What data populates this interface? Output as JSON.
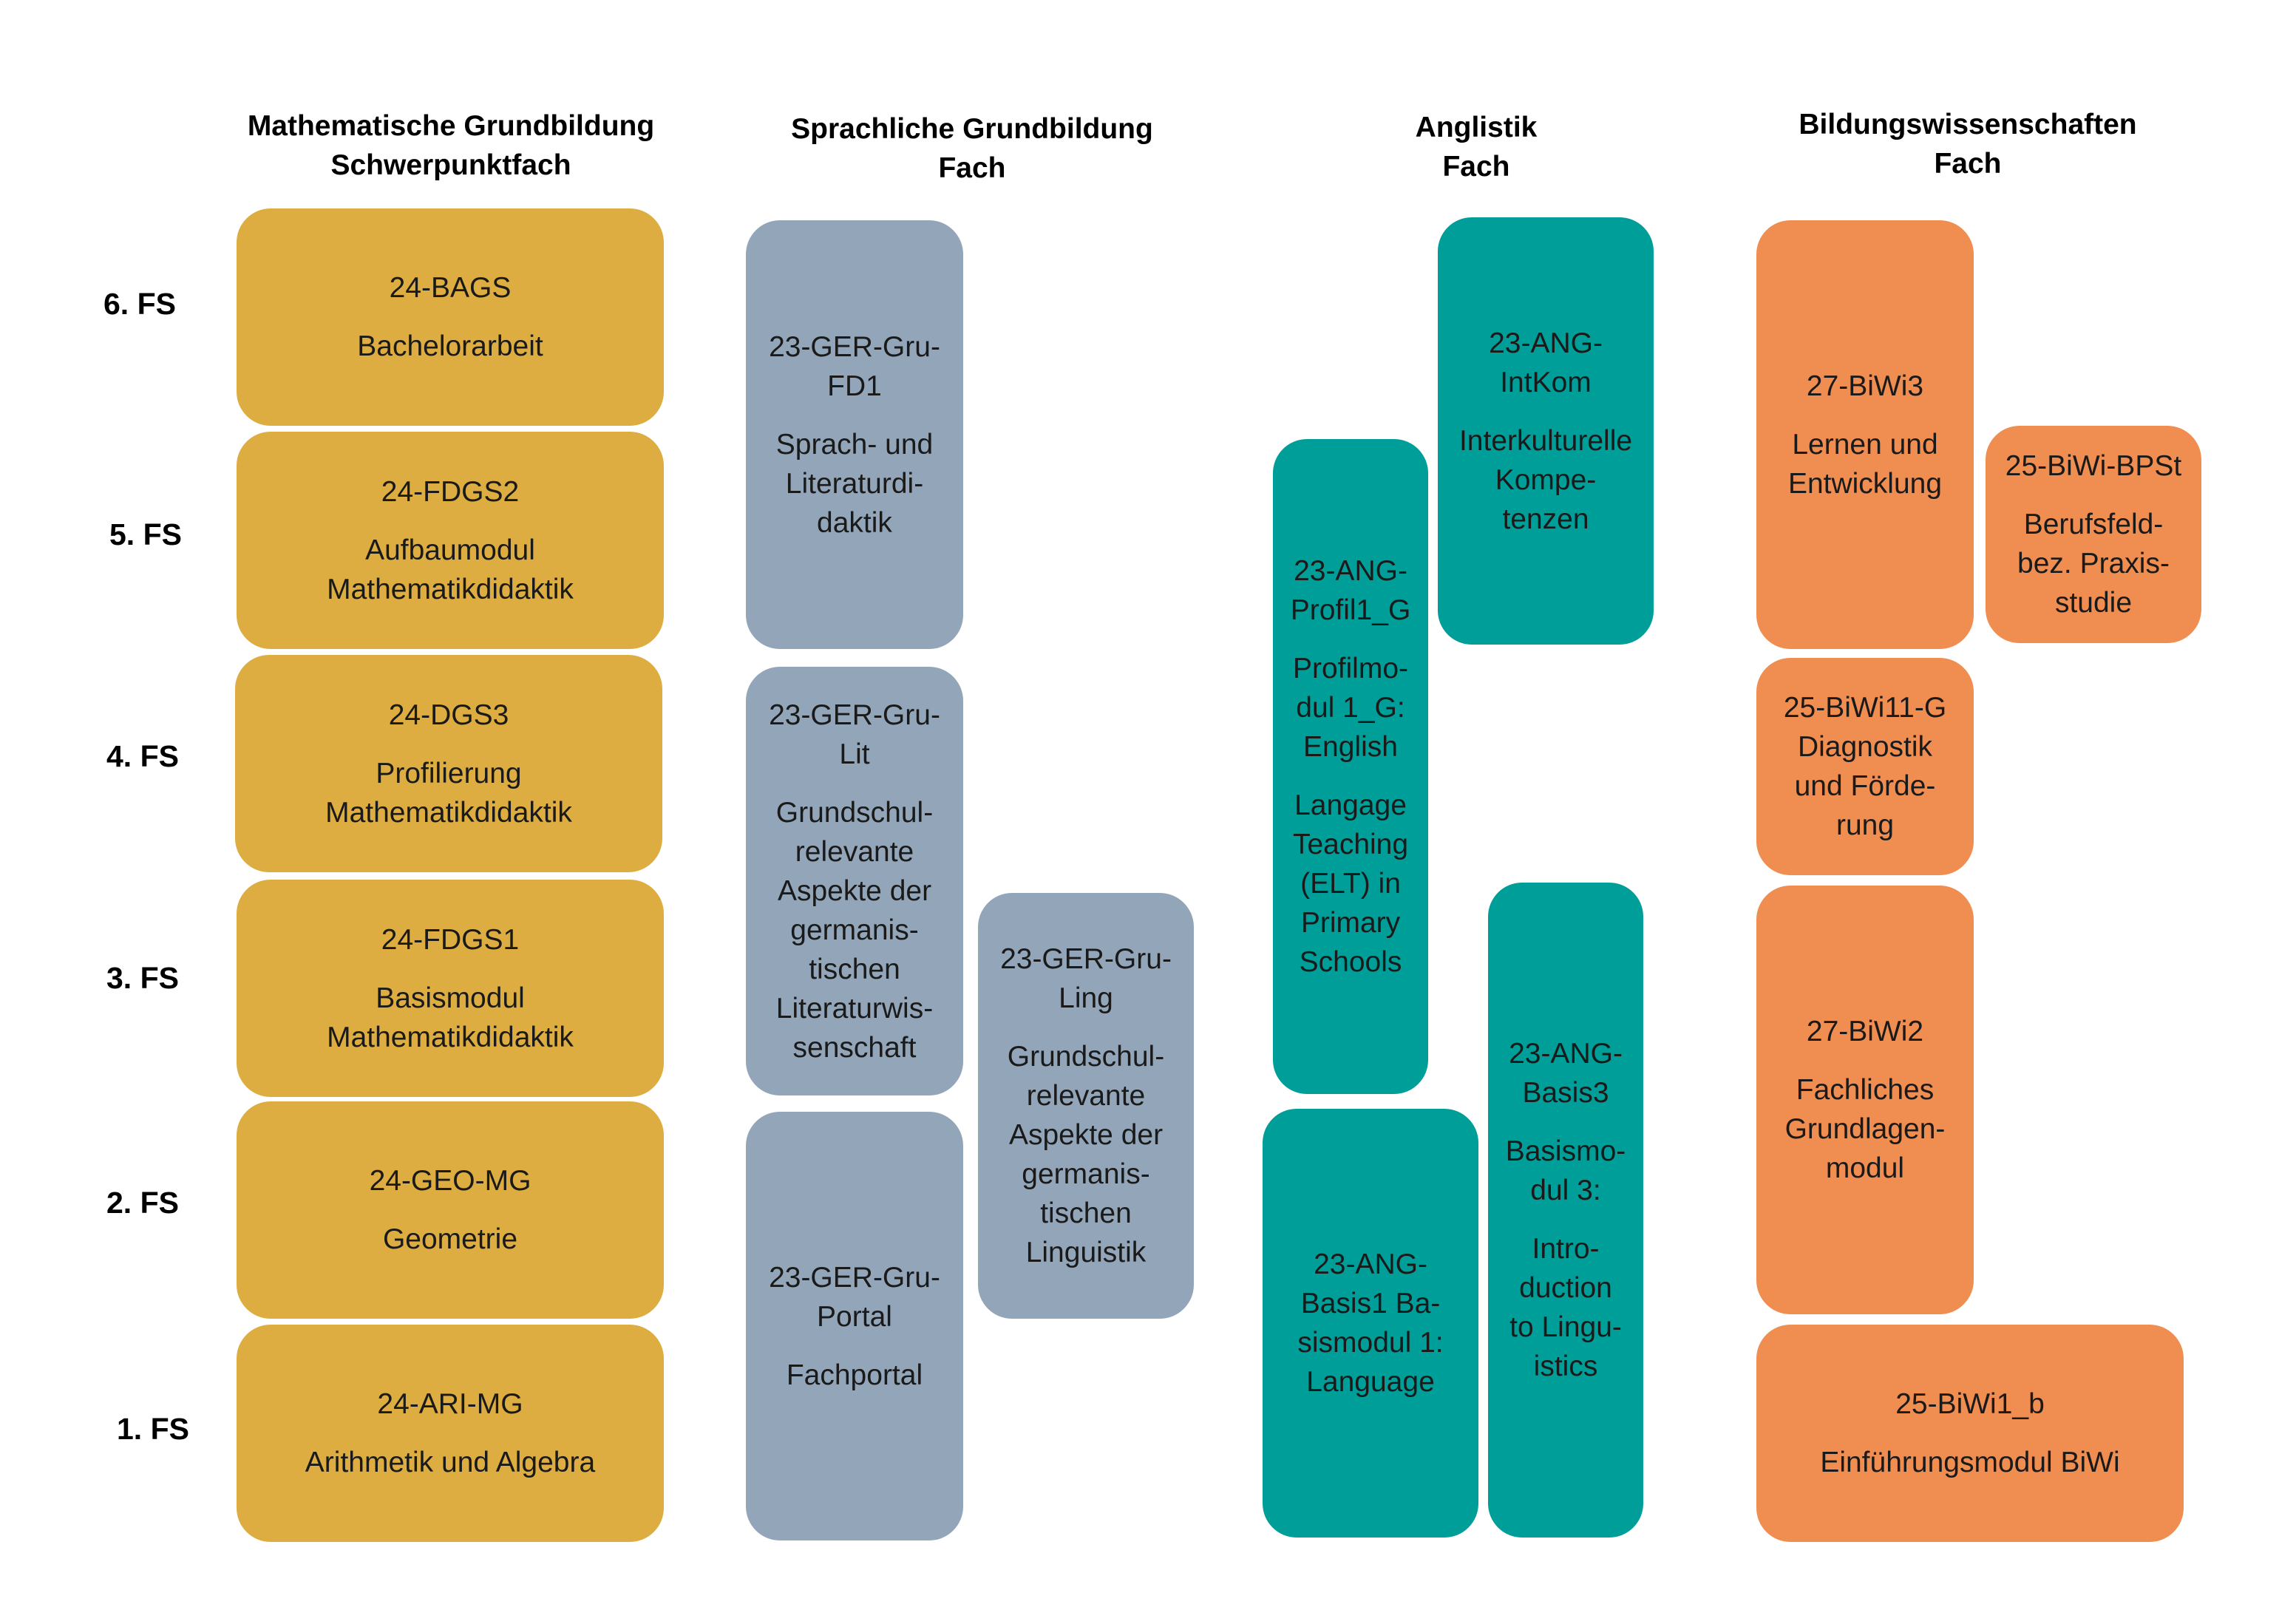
{
  "headers": {
    "math": [
      "Mathematische Grundbildung",
      "Schwerpunktfach"
    ],
    "sprach": [
      "Sprachliche Grundbildung",
      "Fach"
    ],
    "anglistik": [
      "Anglistik",
      "Fach"
    ],
    "biwi": [
      "Bildungswissenschaften",
      "Fach"
    ]
  },
  "semesters": [
    "6. FS",
    "5. FS",
    "4. FS",
    "3. FS",
    "2. FS",
    "1. FS"
  ],
  "modules": {
    "bags": {
      "code": [
        "24-BAGS"
      ],
      "title": [
        "Bachelorarbeit"
      ]
    },
    "fdgs2": {
      "code": [
        "24-FDGS2"
      ],
      "title": [
        "Aufbaumodul",
        "Mathematikdidaktik"
      ]
    },
    "dgs3": {
      "code": [
        "24-DGS3"
      ],
      "title": [
        "Profilierung",
        "Mathematikdidaktik"
      ]
    },
    "fdgs1": {
      "code": [
        "24-FDGS1"
      ],
      "title": [
        "Basismodul",
        "Mathematikdidaktik"
      ]
    },
    "geo": {
      "code": [
        "24-GEO-MG"
      ],
      "title": [
        "Geometrie"
      ]
    },
    "ari": {
      "code": [
        "24-ARI-MG"
      ],
      "title": [
        "Arithmetik und Algebra"
      ]
    },
    "gerfd1": {
      "code": [
        "23-GER-Gru-",
        "FD1"
      ],
      "title": [
        "Sprach- und",
        "Literaturdi-",
        "daktik"
      ]
    },
    "gerlit": {
      "code": [
        "23-GER-Gru-",
        "Lit"
      ],
      "title": [
        "Grundschul-",
        "relevante",
        "Aspekte der",
        "germanis-",
        "tischen",
        "Literaturwis-",
        "senschaft"
      ]
    },
    "gerportal": {
      "code": [
        "23-GER-Gru-",
        "Portal"
      ],
      "title": [
        "Fachportal"
      ]
    },
    "gerling": {
      "code": [
        "23-GER-Gru-",
        "Ling"
      ],
      "title": [
        "Grundschul-",
        "relevante",
        "Aspekte der",
        "germanis-",
        "tischen",
        "Linguistik"
      ]
    },
    "angintkom": {
      "code": [
        "23-ANG-",
        "IntKom"
      ],
      "title": [
        "Interkulturelle",
        "Kompe-",
        "tenzen"
      ]
    },
    "angprofil": {
      "code": [
        "23-ANG-",
        "Profil1_G"
      ],
      "title": [
        "Profilmo-",
        "dul 1_G:",
        "English"
      ],
      "title2": [
        "Langage",
        "Teaching",
        "(ELT) in",
        "Primary",
        "Schools"
      ]
    },
    "angbasis1": {
      "code": [
        "23-ANG-",
        "Basis1  Ba-",
        "sismodul 1:",
        "Language"
      ]
    },
    "angbasis3": {
      "code": [
        "23-ANG-",
        "Basis3"
      ],
      "title": [
        "Basismo-",
        "dul 3:"
      ],
      "title2": [
        "Intro-",
        "duction",
        "to Lingu-",
        "istics"
      ]
    },
    "biwi3": {
      "code": [
        "27-BiWi3"
      ],
      "title": [
        "Lernen und",
        "Entwicklung"
      ]
    },
    "bpst": {
      "code": [
        "25-BiWi-BPSt"
      ],
      "title": [
        "Berufsfeld-",
        "bez. Praxis-",
        "studie"
      ]
    },
    "biwi11": {
      "code": [
        "25-BiWi11-G",
        "Diagnostik",
        "und Förde-",
        "rung"
      ]
    },
    "biwi2": {
      "code": [
        "27-BiWi2"
      ],
      "title": [
        "Fachliches",
        "Grundlagen-",
        "modul"
      ]
    },
    "biwi1": {
      "code": [
        "25-BiWi1_b"
      ],
      "title": [
        "Einführungsmodul BiWi"
      ]
    }
  },
  "colors": {
    "math": "#ddad41",
    "sprach": "#93a6b9",
    "anglistik": "#009e98",
    "biwi": "#f08d50"
  }
}
